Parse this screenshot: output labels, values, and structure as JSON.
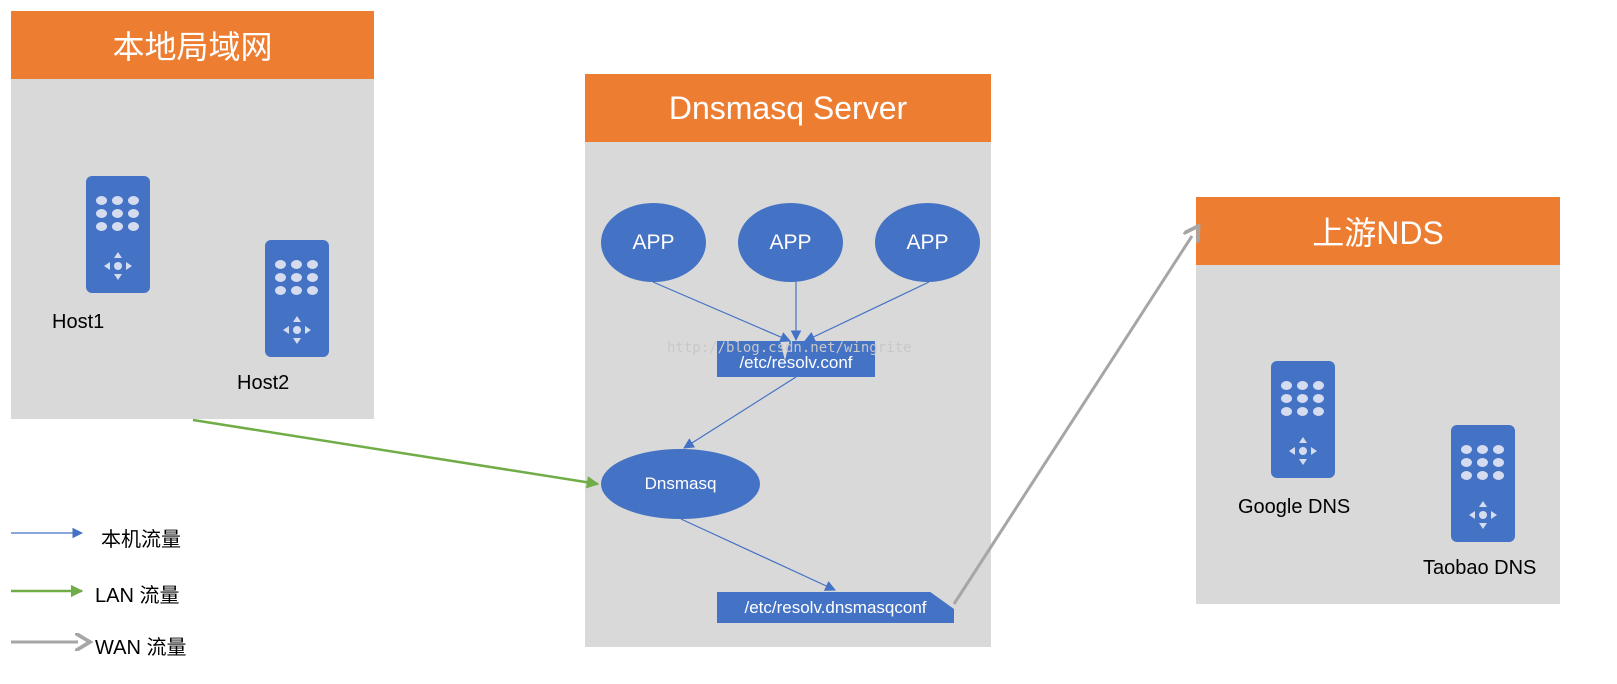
{
  "lan_panel": {
    "title": "本地局域网"
  },
  "server_panel": {
    "title": "Dnsmasq Server"
  },
  "upstream_panel": {
    "title": "上游NDS"
  },
  "hosts": [
    {
      "label": "Host1"
    },
    {
      "label": "Host2"
    },
    {
      "label": "Google DNS"
    },
    {
      "label": "Taobao DNS"
    }
  ],
  "apps": [
    "APP",
    "APP",
    "APP"
  ],
  "resolv_conf": "/etc/resolv.conf",
  "dnsmasq": "Dnsmasq",
  "resolv_dnsmasq_conf": "/etc/resolv.dnsmasqconf",
  "watermark": "http://blog.csdn.net/wingrite",
  "legend": {
    "local": "本机流量",
    "lan": "LAN 流量",
    "wan": "WAN 流量"
  },
  "colors": {
    "header": "#ed7d31",
    "panel": "#d9d9d9",
    "node": "#4472c4",
    "local_arrow": "#4472c4",
    "lan_arrow": "#70ad47",
    "wan_arrow": "#a6a6a6"
  },
  "icons": {
    "host": "remote-device-icon"
  }
}
